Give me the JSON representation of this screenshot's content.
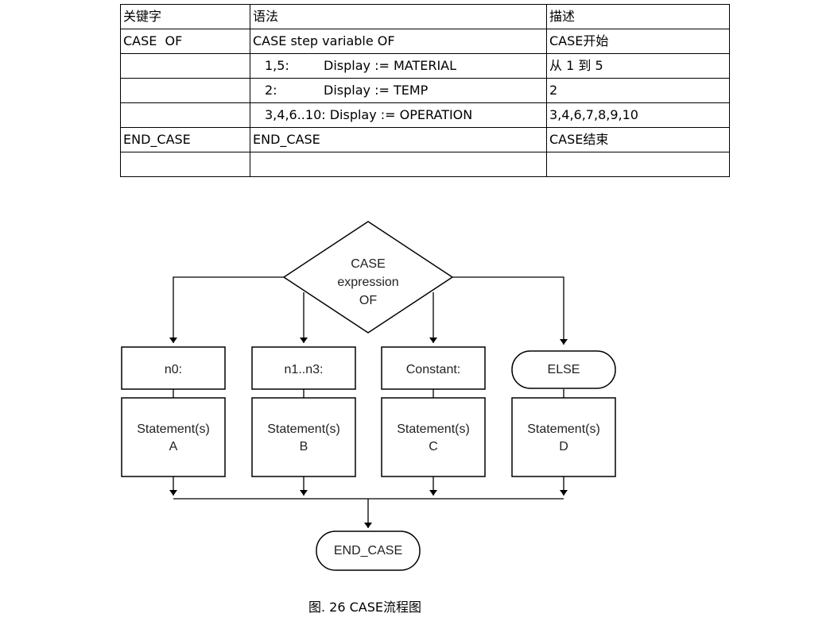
{
  "table": {
    "headers": [
      "关键字",
      "语法",
      "描述"
    ],
    "rows": [
      {
        "keyword": "CASE  OF",
        "syntax_label": "",
        "syntax_value": "CASE step variable OF",
        "description": "CASE开始",
        "indent": false
      },
      {
        "keyword": "",
        "syntax_label": "1,5:",
        "syntax_value": "Display := MATERIAL",
        "description": "从 1 到 5",
        "indent": true
      },
      {
        "keyword": "",
        "syntax_label": "2:",
        "syntax_value": "Display := TEMP",
        "description": "2",
        "indent": true
      },
      {
        "keyword": "",
        "syntax_label": "",
        "syntax_value": "3,4,6..10: Display := OPERATION",
        "description": "3,4,6,7,8,9,10",
        "indent": true
      },
      {
        "keyword": "END_CASE",
        "syntax_label": "",
        "syntax_value": "END_CASE",
        "description": "CASE结束",
        "indent": false
      },
      {
        "keyword": "",
        "syntax_label": "",
        "syntax_value": "",
        "description": "",
        "indent": false
      }
    ]
  },
  "flowchart": {
    "decision_lines": [
      "CASE",
      "expression",
      "OF"
    ],
    "branches": [
      {
        "label": "n0:",
        "statement_lines": [
          "Statement(s)",
          "A"
        ],
        "shape": "rect"
      },
      {
        "label": "n1..n3:",
        "statement_lines": [
          "Statement(s)",
          "B"
        ],
        "shape": "rect"
      },
      {
        "label": "Constant:",
        "statement_lines": [
          "Statement(s)",
          "C"
        ],
        "shape": "rect"
      },
      {
        "label": "ELSE",
        "statement_lines": [
          "Statement(s)",
          "D"
        ],
        "shape": "rounded"
      }
    ],
    "end_label": "END_CASE"
  },
  "caption": "图. 26 CASE流程图"
}
